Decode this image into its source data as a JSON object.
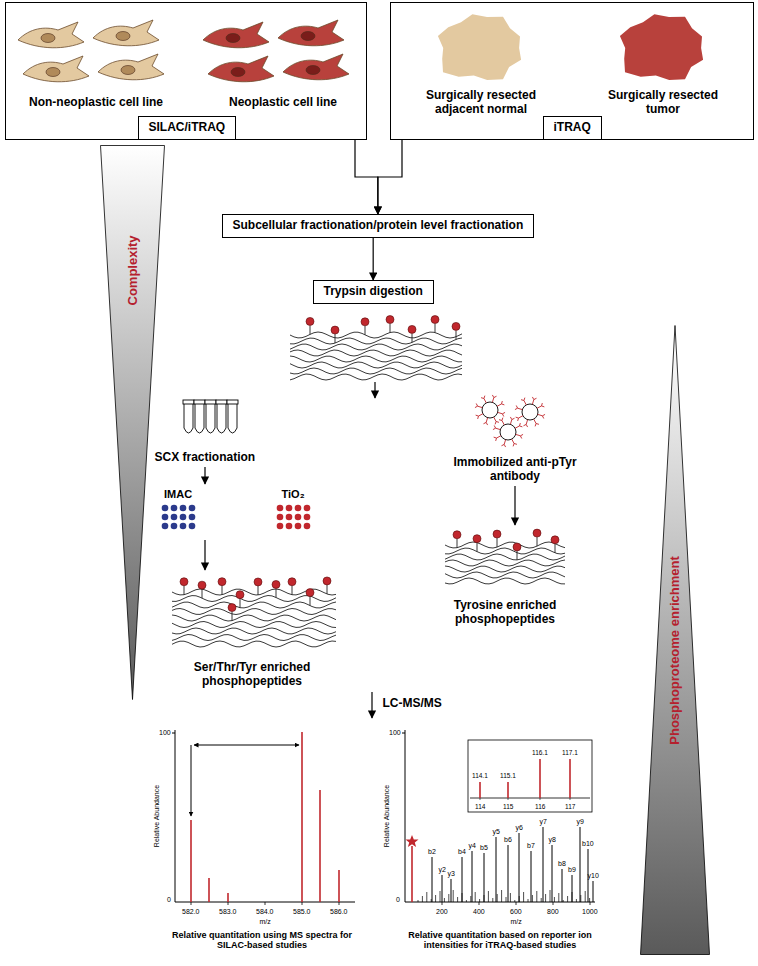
{
  "diagram": {
    "nodes": [
      {
        "text": [
          "Non-neoplastic cell line",
          "Neoplastic cell line"
        ]
      },
      {
        "text": [
          "SILAC/iTRAQ"
        ],
        "in": 0
      },
      {
        "text": [
          "Surgically resected adjacent normal",
          "Surgically resected tumor"
        ]
      },
      {
        "text": [
          "iTRAQ"
        ],
        "in": 2
      },
      {
        "text": [
          "Subcellular fractionation/protein level fractionation"
        ]
      },
      {
        "text": [
          "Trypsin digestion"
        ]
      },
      {
        "text": [
          "Complexity"
        ]
      },
      {
        "text": [
          "Phosphoproteome enrichment"
        ]
      }
    ],
    "edges": [
      {
        "from": 0,
        "to": 4,
        "arrow": "to"
      },
      {
        "from": 2,
        "to": 4,
        "arrow": "to"
      },
      {
        "from": 4,
        "to": 5,
        "arrow": "to"
      }
    ],
    "labels": [
      "SCX fractionation",
      "IMAC",
      "TiO₂",
      "Immobilized anti-pTyr antibody",
      "Ser/Thr/Tyr enriched phosphopeptides",
      "Tyrosine enriched phosphopeptides",
      "LC-MS/MS",
      "Relative quantitation using MS spectra for SILAC-based studies",
      "Relative quantitation based on reporter ion intensities for iTRAQ-based studies",
      "100",
      "Relative Abundance",
      "0",
      "582.0",
      "583.0",
      "584.0",
      "585.0",
      "586.0",
      "m/z",
      "100",
      "Relative Abundance",
      "0",
      "200",
      "400",
      "600",
      "800",
      "1000",
      "m/z",
      "114.1",
      "115.1",
      "116.1",
      "117.1",
      "114",
      "115",
      "116",
      "117",
      "b2",
      "y2",
      "y3",
      "b4",
      "y4",
      "b5",
      "y5",
      "b6",
      "y6",
      "b7",
      "y7",
      "y8",
      "b8",
      "b9",
      "b10",
      "y9",
      "y10"
    ]
  }
}
